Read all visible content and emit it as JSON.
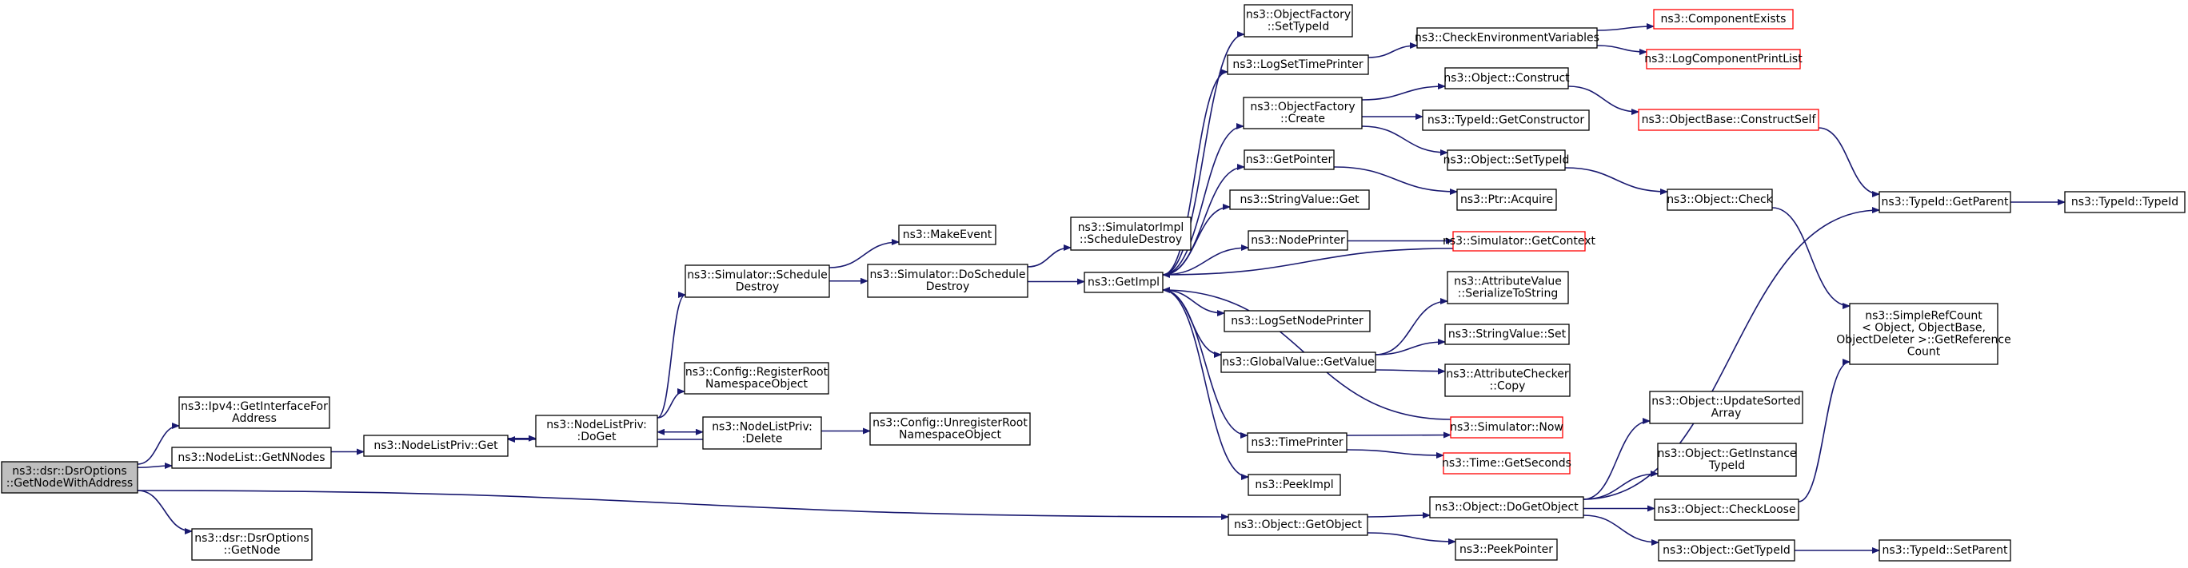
{
  "nodes": [
    {
      "id": "root",
      "lines": [
        "ns3::dsr::DsrOptions",
        "::GetNodeWithAddress"
      ],
      "style": "root"
    },
    {
      "id": "ipv4_getif",
      "lines": [
        "ns3::Ipv4::GetInterfaceFor",
        "Address"
      ]
    },
    {
      "id": "nodelist_getn",
      "lines": [
        "ns3::NodeList::GetNNodes"
      ]
    },
    {
      "id": "dsr_getnode",
      "lines": [
        "ns3::dsr::DsrOptions",
        "::GetNode"
      ]
    },
    {
      "id": "nlp_get",
      "lines": [
        "ns3::NodeListPriv::Get"
      ]
    },
    {
      "id": "nlp_doget",
      "lines": [
        "ns3::NodeListPriv:",
        ":DoGet"
      ]
    },
    {
      "id": "nlp_delete",
      "lines": [
        "ns3::NodeListPriv:",
        ":Delete"
      ]
    },
    {
      "id": "sim_sched",
      "lines": [
        "ns3::Simulator::Schedule",
        "Destroy"
      ]
    },
    {
      "id": "cfg_reg",
      "lines": [
        "ns3::Config::RegisterRoot",
        "NamespaceObject"
      ]
    },
    {
      "id": "cfg_unreg",
      "lines": [
        "ns3::Config::UnregisterRoot",
        "NamespaceObject"
      ]
    },
    {
      "id": "make_event",
      "lines": [
        "ns3::MakeEvent"
      ]
    },
    {
      "id": "sim_dosched",
      "lines": [
        "ns3::Simulator::DoSchedule",
        "Destroy"
      ]
    },
    {
      "id": "simimpl_sched",
      "lines": [
        "ns3::SimulatorImpl",
        "::ScheduleDestroy"
      ]
    },
    {
      "id": "getimpl",
      "lines": [
        "ns3::GetImpl"
      ]
    },
    {
      "id": "of_settypeid",
      "lines": [
        "ns3::ObjectFactory",
        "::SetTypeId"
      ]
    },
    {
      "id": "logsettime",
      "lines": [
        "ns3::LogSetTimePrinter"
      ]
    },
    {
      "id": "of_create",
      "lines": [
        "ns3::ObjectFactory",
        "::Create"
      ]
    },
    {
      "id": "getpointer",
      "lines": [
        "ns3::GetPointer"
      ]
    },
    {
      "id": "strval_get",
      "lines": [
        "ns3::StringValue::Get"
      ]
    },
    {
      "id": "nodeprinter",
      "lines": [
        "ns3::NodePrinter"
      ]
    },
    {
      "id": "logsetnode",
      "lines": [
        "ns3::LogSetNodePrinter"
      ]
    },
    {
      "id": "gv_getvalue",
      "lines": [
        "ns3::GlobalValue::GetValue"
      ]
    },
    {
      "id": "timeprinter",
      "lines": [
        "ns3::TimePrinter"
      ]
    },
    {
      "id": "peekimpl",
      "lines": [
        "ns3::PeekImpl"
      ]
    },
    {
      "id": "obj_getobject",
      "lines": [
        "ns3::Object::GetObject"
      ]
    },
    {
      "id": "checkenv",
      "lines": [
        "ns3::CheckEnvironmentVariables"
      ]
    },
    {
      "id": "comp_exists",
      "lines": [
        "ns3::ComponentExists"
      ],
      "style": "truncated"
    },
    {
      "id": "logcomp_print",
      "lines": [
        "ns3::LogComponentPrintList"
      ],
      "style": "truncated"
    },
    {
      "id": "obj_construct",
      "lines": [
        "ns3::Object::Construct"
      ]
    },
    {
      "id": "typeid_getctor",
      "lines": [
        "ns3::TypeId::GetConstructor"
      ]
    },
    {
      "id": "obj_settypeid",
      "lines": [
        "ns3::Object::SetTypeId"
      ]
    },
    {
      "id": "objbase_construct",
      "lines": [
        "ns3::ObjectBase::ConstructSelf"
      ],
      "style": "truncated"
    },
    {
      "id": "ptr_acquire",
      "lines": [
        "ns3::Ptr::Acquire"
      ]
    },
    {
      "id": "obj_check",
      "lines": [
        "ns3::Object::Check"
      ]
    },
    {
      "id": "sim_getcontext",
      "lines": [
        "ns3::Simulator::GetContext"
      ],
      "style": "truncated"
    },
    {
      "id": "typeid_getparent",
      "lines": [
        "ns3::TypeId::GetParent"
      ]
    },
    {
      "id": "typeid_typeid",
      "lines": [
        "ns3::TypeId::TypeId"
      ]
    },
    {
      "id": "attr_serialize",
      "lines": [
        "ns3::AttributeValue",
        "::SerializeToString"
      ]
    },
    {
      "id": "strval_set",
      "lines": [
        "ns3::StringValue::Set"
      ]
    },
    {
      "id": "attrchecker_copy",
      "lines": [
        "ns3::AttributeChecker",
        "::Copy"
      ]
    },
    {
      "id": "sim_now",
      "lines": [
        "ns3::Simulator::Now"
      ],
      "style": "truncated"
    },
    {
      "id": "time_getseconds",
      "lines": [
        "ns3::Time::GetSeconds"
      ],
      "style": "truncated"
    },
    {
      "id": "simplerefcount",
      "lines": [
        "ns3::SimpleRefCount",
        "< Object, ObjectBase,",
        "ObjectDeleter >::GetReference",
        "Count"
      ]
    },
    {
      "id": "obj_updatesorted",
      "lines": [
        "ns3::Object::UpdateSorted",
        "Array"
      ]
    },
    {
      "id": "obj_getinstance",
      "lines": [
        "ns3::Object::GetInstance",
        "TypeId"
      ]
    },
    {
      "id": "obj_dogetobject",
      "lines": [
        "ns3::Object::DoGetObject"
      ]
    },
    {
      "id": "peekpointer",
      "lines": [
        "ns3::PeekPointer"
      ]
    },
    {
      "id": "obj_checkloose",
      "lines": [
        "ns3::Object::CheckLoose"
      ]
    },
    {
      "id": "obj_gettypeid",
      "lines": [
        "ns3::Object::GetTypeId"
      ]
    },
    {
      "id": "typeid_setparent",
      "lines": [
        "ns3::TypeId::SetParent"
      ]
    }
  ],
  "edges": [
    [
      "root",
      "ipv4_getif"
    ],
    [
      "root",
      "nodelist_getn"
    ],
    [
      "root",
      "dsr_getnode"
    ],
    [
      "root",
      "obj_getobject"
    ],
    [
      "nodelist_getn",
      "nlp_get"
    ],
    [
      "nlp_get",
      "nlp_doget"
    ],
    [
      "nlp_doget",
      "sim_sched"
    ],
    [
      "nlp_doget",
      "cfg_reg"
    ],
    [
      "nlp_doget",
      "nlp_delete"
    ],
    [
      "nlp_delete",
      "nlp_doget"
    ],
    [
      "nlp_delete",
      "nlp_get"
    ],
    [
      "nlp_delete",
      "cfg_unreg"
    ],
    [
      "sim_sched",
      "make_event"
    ],
    [
      "sim_sched",
      "sim_dosched"
    ],
    [
      "sim_dosched",
      "simimpl_sched"
    ],
    [
      "sim_dosched",
      "getimpl"
    ],
    [
      "getimpl",
      "of_settypeid"
    ],
    [
      "getimpl",
      "logsettime"
    ],
    [
      "getimpl",
      "of_create"
    ],
    [
      "getimpl",
      "getpointer"
    ],
    [
      "getimpl",
      "strval_get"
    ],
    [
      "getimpl",
      "nodeprinter"
    ],
    [
      "getimpl",
      "logsetnode"
    ],
    [
      "getimpl",
      "gv_getvalue"
    ],
    [
      "getimpl",
      "timeprinter"
    ],
    [
      "getimpl",
      "peekimpl"
    ],
    [
      "logsettime",
      "checkenv"
    ],
    [
      "checkenv",
      "comp_exists"
    ],
    [
      "checkenv",
      "logcomp_print"
    ],
    [
      "of_create",
      "obj_construct"
    ],
    [
      "of_create",
      "typeid_getctor"
    ],
    [
      "of_create",
      "obj_settypeid"
    ],
    [
      "obj_construct",
      "objbase_construct"
    ],
    [
      "getpointer",
      "ptr_acquire"
    ],
    [
      "obj_settypeid",
      "obj_check"
    ],
    [
      "nodeprinter",
      "sim_getcontext"
    ],
    [
      "sim_getcontext",
      "getimpl"
    ],
    [
      "objbase_construct",
      "typeid_getparent"
    ],
    [
      "typeid_getparent",
      "typeid_typeid"
    ],
    [
      "obj_check",
      "simplerefcount"
    ],
    [
      "gv_getvalue",
      "attr_serialize"
    ],
    [
      "gv_getvalue",
      "strval_set"
    ],
    [
      "gv_getvalue",
      "attrchecker_copy"
    ],
    [
      "sim_now",
      "getimpl"
    ],
    [
      "timeprinter",
      "sim_now"
    ],
    [
      "timeprinter",
      "time_getseconds"
    ],
    [
      "obj_getobject",
      "obj_dogetobject"
    ],
    [
      "obj_getobject",
      "peekpointer"
    ],
    [
      "obj_dogetobject",
      "typeid_getparent"
    ],
    [
      "obj_dogetobject",
      "obj_updatesorted"
    ],
    [
      "obj_dogetobject",
      "obj_getinstance"
    ],
    [
      "obj_dogetobject",
      "obj_checkloose"
    ],
    [
      "obj_dogetobject",
      "obj_gettypeid"
    ],
    [
      "obj_checkloose",
      "simplerefcount"
    ],
    [
      "obj_gettypeid",
      "typeid_setparent"
    ]
  ],
  "colors": {
    "edge": "#191970",
    "node_border": "#000000",
    "truncated_border": "#ff0000",
    "root_fill": "#bfbfbf",
    "node_fill": "#ffffff"
  }
}
